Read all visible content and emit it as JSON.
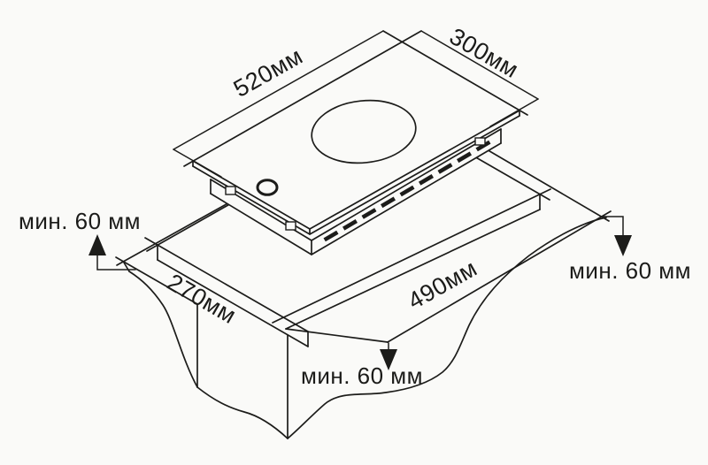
{
  "drawing": {
    "background": "#fafaf8",
    "line_color": "#1c1c1a",
    "labels": {
      "hob_width": "520мм",
      "hob_depth": "300мм",
      "cutout_depth": "270мм",
      "cutout_width": "490мм",
      "clearance_left": "мин. 60 мм",
      "clearance_right": "мин. 60 мм",
      "clearance_front": "мин. 60 мм"
    }
  }
}
